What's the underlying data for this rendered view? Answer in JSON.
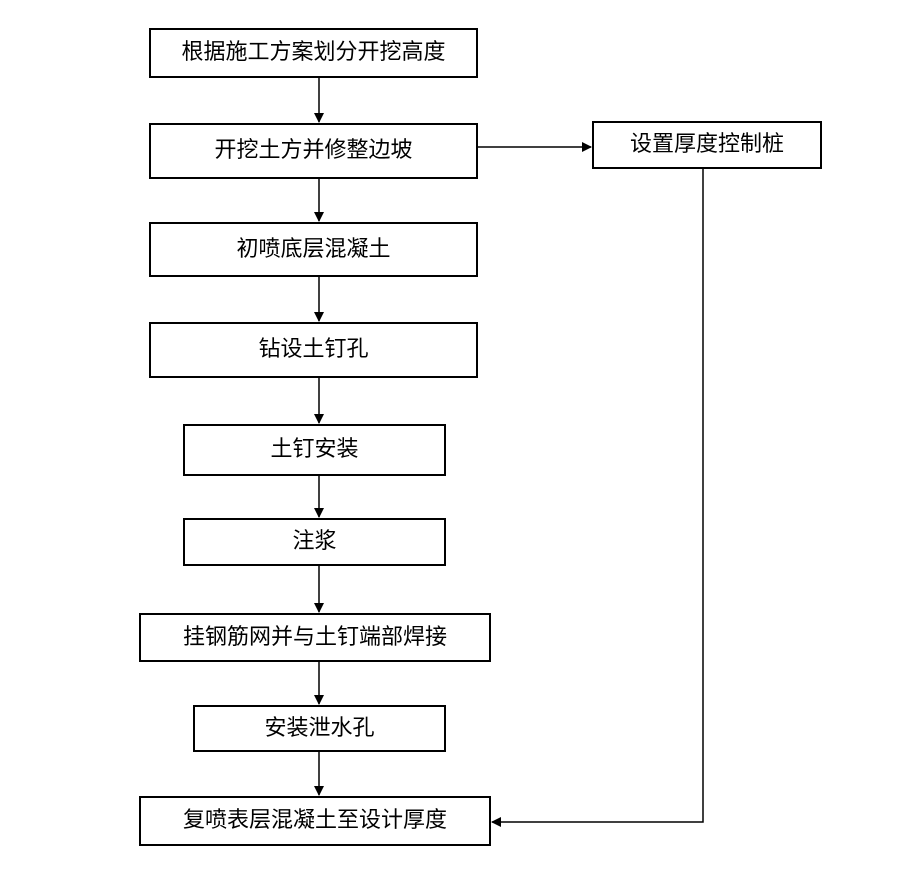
{
  "steps": [
    "根据施工方案划分开挖高度",
    "开挖土方并修整边坡",
    "初喷底层混凝土",
    "钻设土钉孔",
    "土钉安装",
    "注浆",
    "挂钢筋网并与土钉端部焊接",
    "安装泄水孔",
    "复喷表层混凝土至设计厚度"
  ],
  "side_step": "设置厚度控制桩",
  "colors": {
    "line": "#000000",
    "box_border": "#000000",
    "background": "#ffffff"
  }
}
